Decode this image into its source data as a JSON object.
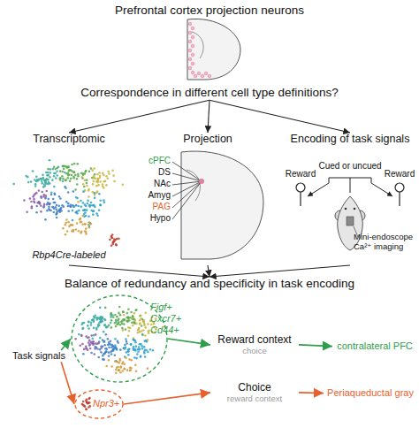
{
  "diagram": {
    "title": "Prefrontal cortex projection neurons",
    "nodes": [
      {
        "text": [
          "Correspondence in different cell type definitions?"
        ]
      },
      {
        "text": [
          "Transcriptomic",
          "Rbp4Cre-labeled"
        ]
      },
      {
        "text": [
          "Projection"
        ]
      },
      {
        "text": [
          "Encoding of task signals"
        ]
      },
      {
        "text": [
          "Balance of redundancy and specificity in task encoding"
        ]
      },
      {
        "text": [
          "Task signals"
        ]
      },
      {
        "text": [
          "Figf+ Cxcr7+ Cd44+"
        ]
      },
      {
        "text": [
          "Npr3+"
        ]
      },
      {
        "text": [
          "Reward context",
          "choice"
        ]
      },
      {
        "text": [
          "Choice",
          "reward context"
        ]
      },
      {
        "text": [
          "contralateral PFC"
        ]
      },
      {
        "text": [
          "Periaqueductal gray"
        ]
      }
    ],
    "edges": [
      {
        "from": 0,
        "to": 1,
        "arrow": "to"
      },
      {
        "from": 0,
        "to": 2,
        "arrow": "to"
      },
      {
        "from": 0,
        "to": 3,
        "arrow": "to"
      },
      {
        "from": 1,
        "to": 4,
        "arrow": "to"
      },
      {
        "from": 2,
        "to": 4,
        "arrow": "to"
      },
      {
        "from": 3,
        "to": 4,
        "arrow": "to"
      },
      {
        "from": 5,
        "to": 6,
        "arrow": "to"
      },
      {
        "from": 5,
        "to": 7,
        "arrow": "to"
      },
      {
        "from": 6,
        "to": 8,
        "arrow": "to"
      },
      {
        "from": 7,
        "to": 9,
        "arrow": "to"
      },
      {
        "from": 8,
        "to": 10,
        "arrow": "to"
      },
      {
        "from": 9,
        "to": 11,
        "arrow": "to"
      }
    ],
    "labels": [
      "cPFC",
      "DS",
      "NAc",
      "Amyg",
      "PAG",
      "Hypo",
      "Reward",
      "Cued or uncued",
      "Reward",
      "Mini-endoscope Ca²⁺ imaging"
    ]
  }
}
